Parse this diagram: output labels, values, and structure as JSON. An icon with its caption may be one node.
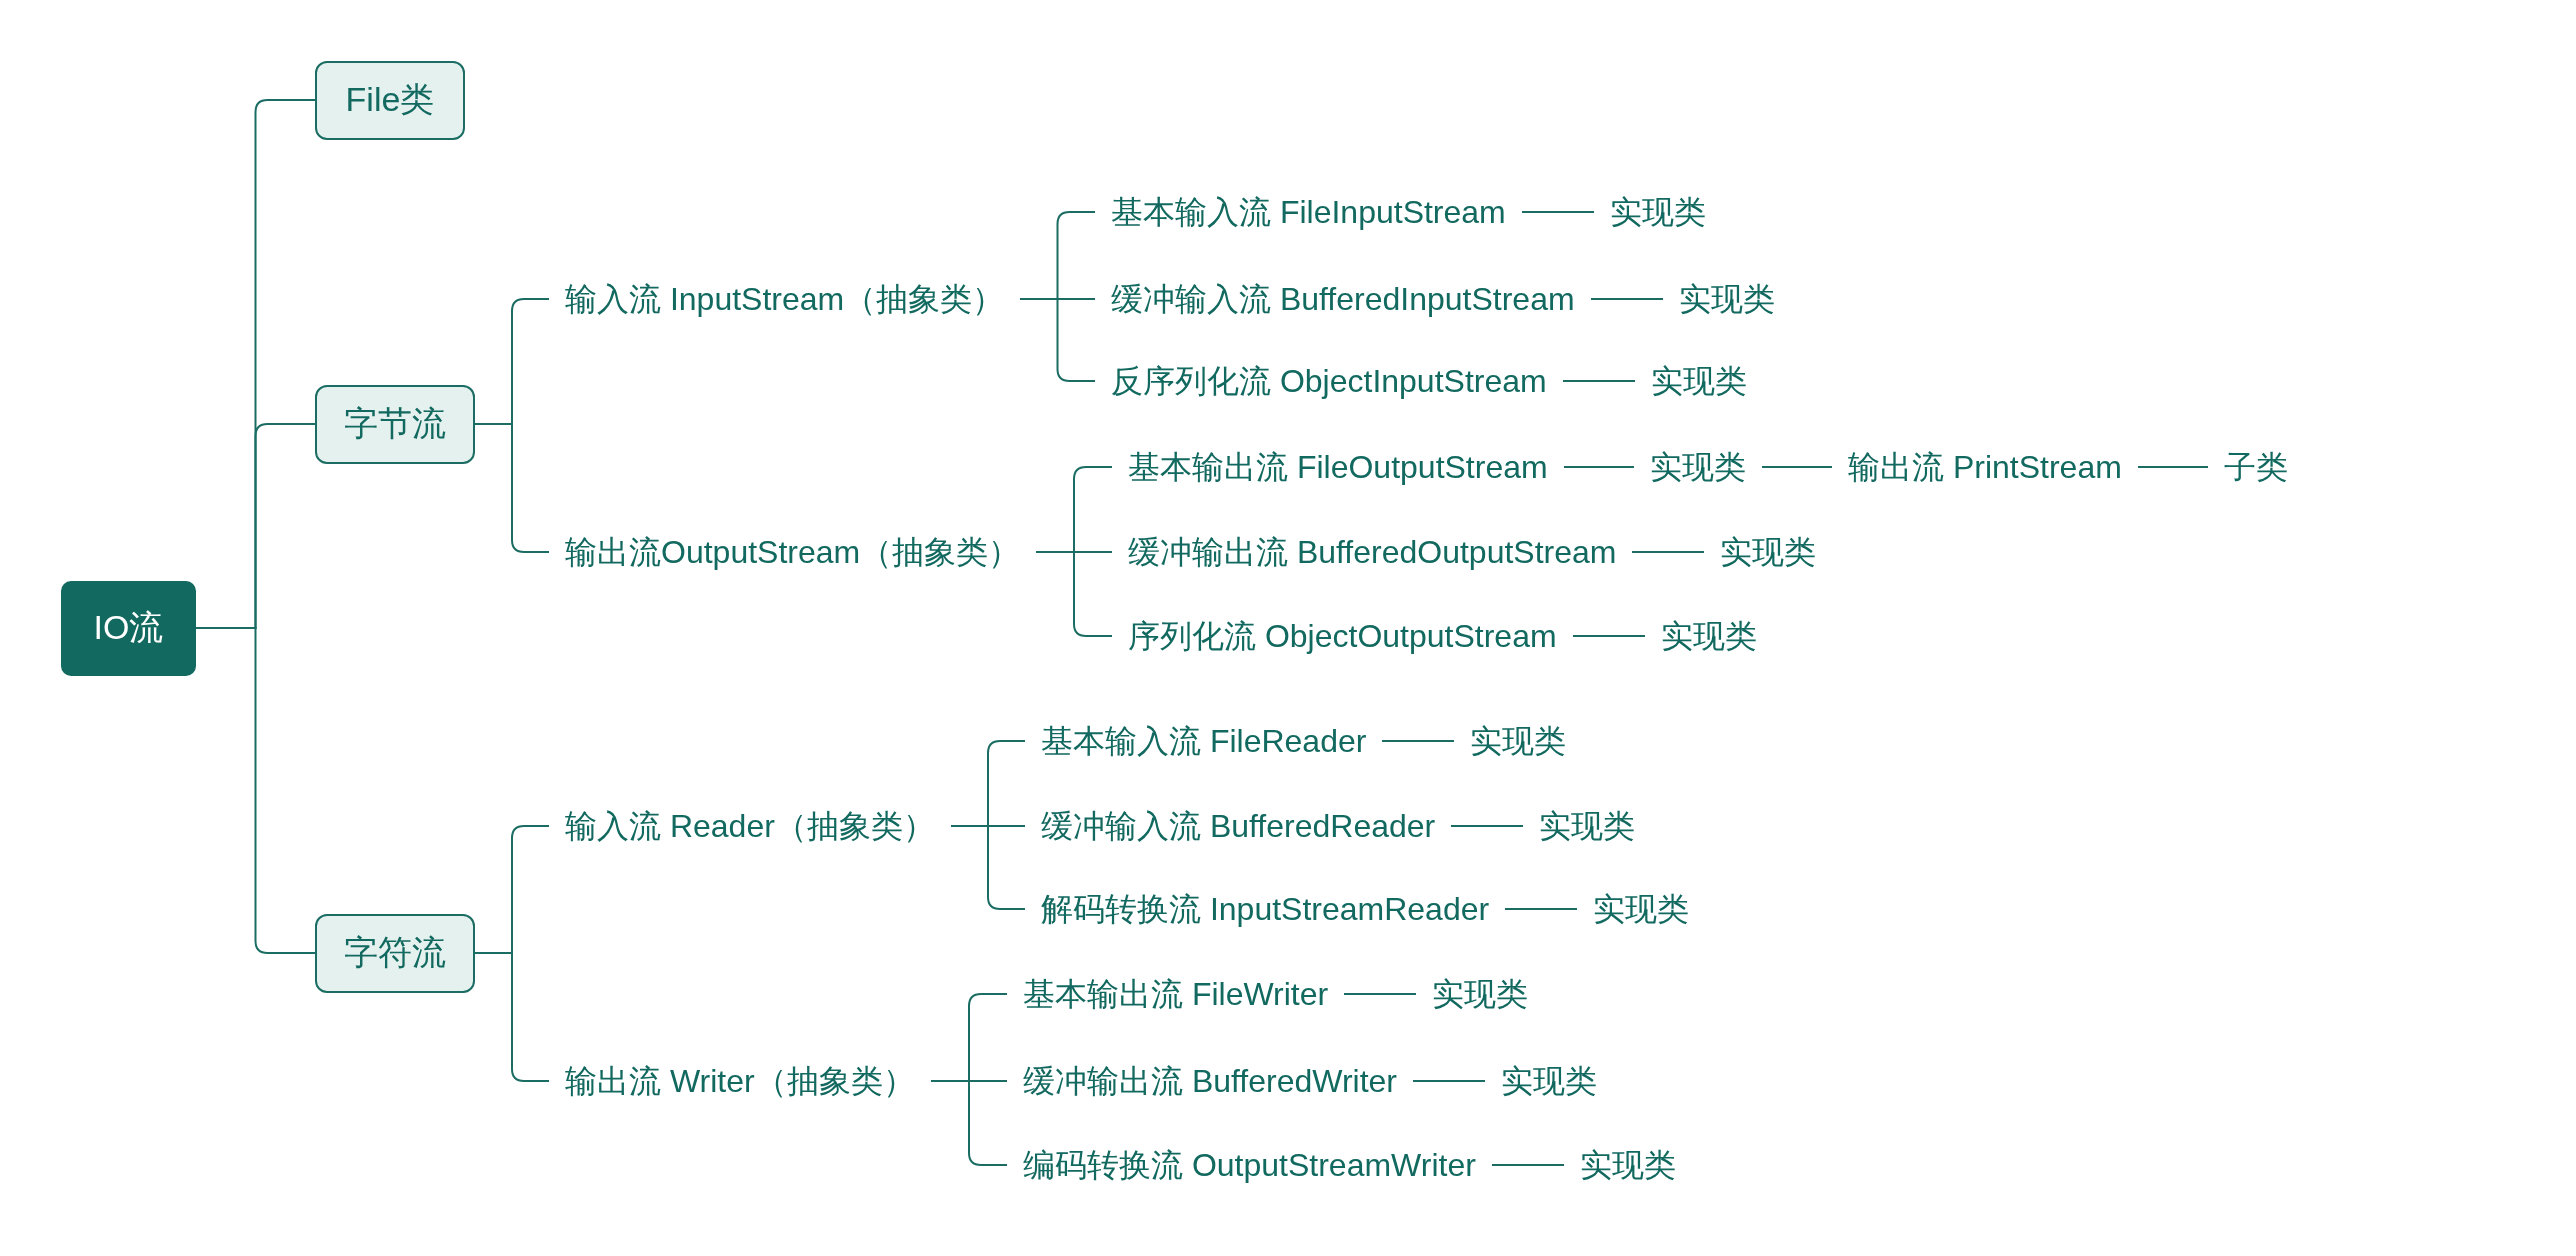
{
  "diagram": {
    "nodes": [
      {
        "text": [
          "IO流"
        ]
      },
      {
        "text": [
          "File类"
        ]
      },
      {
        "text": [
          "字节流"
        ]
      },
      {
        "text": [
          "字符流"
        ]
      },
      {
        "text": [
          "输入流 InputStream（抽象类）"
        ]
      },
      {
        "text": [
          "基本输入流 FileInputStream"
        ]
      },
      {
        "text": [
          "实现类"
        ]
      },
      {
        "text": [
          "缓冲输入流 BufferedInputStream"
        ]
      },
      {
        "text": [
          "实现类"
        ]
      },
      {
        "text": [
          "反序列化流 ObjectInputStream"
        ]
      },
      {
        "text": [
          "实现类"
        ]
      },
      {
        "text": [
          "输出流OutputStream（抽象类）"
        ]
      },
      {
        "text": [
          "基本输出流 FileOutputStream"
        ]
      },
      {
        "text": [
          "实现类"
        ]
      },
      {
        "text": [
          "输出流 PrintStream"
        ]
      },
      {
        "text": [
          "子类"
        ]
      },
      {
        "text": [
          "缓冲输出流 BufferedOutputStream"
        ]
      },
      {
        "text": [
          "实现类"
        ]
      },
      {
        "text": [
          "序列化流 ObjectOutputStream"
        ]
      },
      {
        "text": [
          "实现类"
        ]
      },
      {
        "text": [
          "输入流 Reader（抽象类）"
        ]
      },
      {
        "text": [
          "基本输入流 FileReader"
        ]
      },
      {
        "text": [
          "实现类"
        ]
      },
      {
        "text": [
          "缓冲输入流 BufferedReader"
        ]
      },
      {
        "text": [
          "实现类"
        ]
      },
      {
        "text": [
          "解码转换流 InputStreamReader"
        ]
      },
      {
        "text": [
          "实现类"
        ]
      },
      {
        "text": [
          "输出流 Writer（抽象类）"
        ]
      },
      {
        "text": [
          "基本输出流 FileWriter"
        ]
      },
      {
        "text": [
          "实现类"
        ]
      },
      {
        "text": [
          "缓冲输出流 BufferedWriter"
        ]
      },
      {
        "text": [
          "实现类"
        ]
      },
      {
        "text": [
          "编码转换流 OutputStreamWriter"
        ]
      },
      {
        "text": [
          "实现类"
        ]
      }
    ],
    "edges": [
      {
        "from": 0,
        "to": 1,
        "arrow": "none"
      },
      {
        "from": 0,
        "to": 2,
        "arrow": "none"
      },
      {
        "from": 0,
        "to": 3,
        "arrow": "none"
      },
      {
        "from": 2,
        "to": 4,
        "arrow": "none"
      },
      {
        "from": 2,
        "to": 11,
        "arrow": "none"
      },
      {
        "from": 4,
        "to": 5,
        "arrow": "none"
      },
      {
        "from": 4,
        "to": 7,
        "arrow": "none"
      },
      {
        "from": 4,
        "to": 9,
        "arrow": "none"
      },
      {
        "from": 5,
        "to": 6,
        "arrow": "none"
      },
      {
        "from": 7,
        "to": 8,
        "arrow": "none"
      },
      {
        "from": 9,
        "to": 10,
        "arrow": "none"
      },
      {
        "from": 11,
        "to": 12,
        "arrow": "none"
      },
      {
        "from": 11,
        "to": 16,
        "arrow": "none"
      },
      {
        "from": 11,
        "to": 18,
        "arrow": "none"
      },
      {
        "from": 12,
        "to": 13,
        "arrow": "none"
      },
      {
        "from": 13,
        "to": 14,
        "arrow": "none"
      },
      {
        "from": 14,
        "to": 15,
        "arrow": "none"
      },
      {
        "from": 16,
        "to": 17,
        "arrow": "none"
      },
      {
        "from": 18,
        "to": 19,
        "arrow": "none"
      },
      {
        "from": 3,
        "to": 20,
        "arrow": "none"
      },
      {
        "from": 3,
        "to": 27,
        "arrow": "none"
      },
      {
        "from": 20,
        "to": 21,
        "arrow": "none"
      },
      {
        "from": 20,
        "to": 23,
        "arrow": "none"
      },
      {
        "from": 20,
        "to": 25,
        "arrow": "none"
      },
      {
        "from": 21,
        "to": 22,
        "arrow": "none"
      },
      {
        "from": 23,
        "to": 24,
        "arrow": "none"
      },
      {
        "from": 25,
        "to": 26,
        "arrow": "none"
      },
      {
        "from": 27,
        "to": 28,
        "arrow": "none"
      },
      {
        "from": 27,
        "to": 30,
        "arrow": "none"
      },
      {
        "from": 27,
        "to": 32,
        "arrow": "none"
      },
      {
        "from": 28,
        "to": 29,
        "arrow": "none"
      },
      {
        "from": 30,
        "to": 31,
        "arrow": "none"
      },
      {
        "from": 32,
        "to": 33,
        "arrow": "none"
      }
    ]
  }
}
